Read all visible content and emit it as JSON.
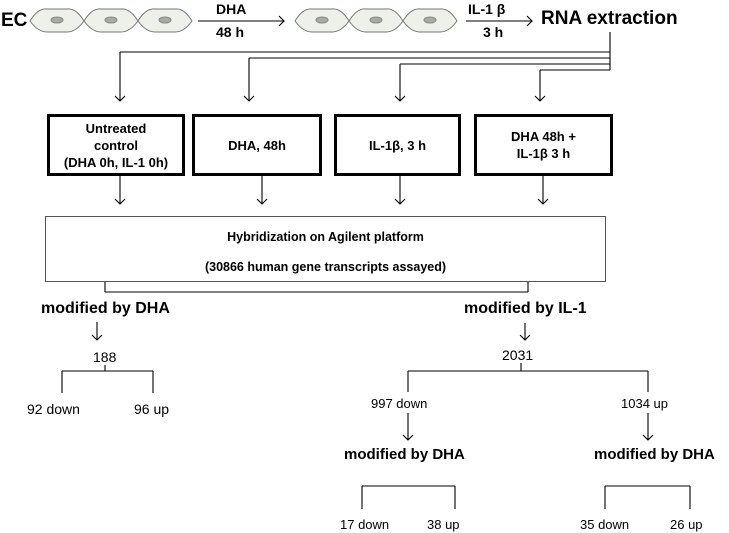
{
  "top": {
    "ec_label": "EC",
    "dha_label": "DHA",
    "dha_time": "48 h",
    "il1_label": "IL-1 β",
    "il1_time": "3 h",
    "rna_label": "RNA extraction"
  },
  "conditions": [
    {
      "line1": "Untreated",
      "line2": "control",
      "line3": "(DHA 0h, IL-1 0h)"
    },
    {
      "line1": "DHA, 48h",
      "line2": "",
      "line3": ""
    },
    {
      "line1": "IL-1β, 3 h",
      "line2": "",
      "line3": ""
    },
    {
      "line1": "DHA 48h +",
      "line2": "IL-1β 3 h",
      "line3": ""
    }
  ],
  "hybridization": {
    "line1": "Hybridization on Agilent platform",
    "line2": "(30866 human gene transcripts assayed)"
  },
  "dha_branch": {
    "label": "modified by DHA",
    "total": "188",
    "down": "92 down",
    "up": "96 up"
  },
  "il1_branch": {
    "label": "modified by IL-1",
    "total": "2031",
    "down": "997 down",
    "up": "1034 up",
    "down_sub": {
      "label": "modified by DHA",
      "down": "17 down",
      "up": "38 up"
    },
    "up_sub": {
      "label": "modified by DHA",
      "down": "35 down",
      "up": "26 up"
    }
  }
}
